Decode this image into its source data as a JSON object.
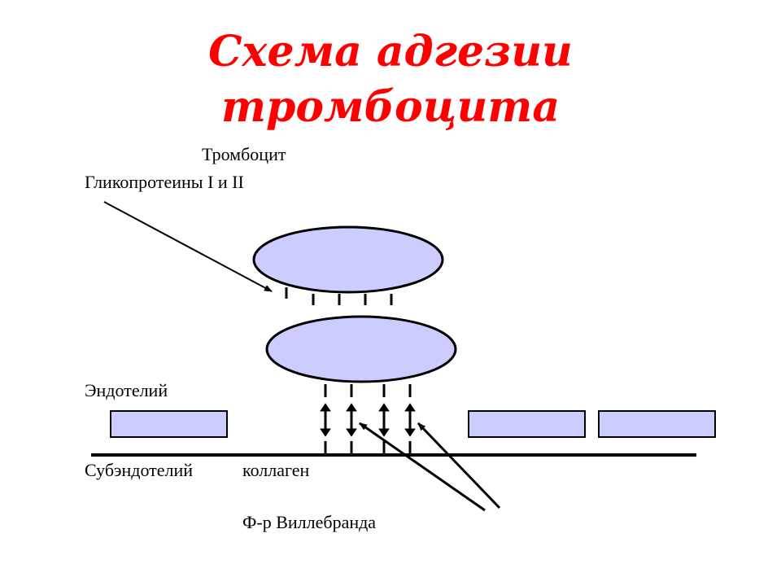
{
  "title": {
    "line1": "Схема адгезии",
    "line2": "тромбоцита"
  },
  "labels": {
    "platelet": "Тромбоцит",
    "glycoproteins": "Гликопротеины I и II",
    "endothelium": "Эндотелий",
    "subendothelium": "Субэндотелий",
    "collagen": "коллаген",
    "willebrand": "Ф-р Виллебранда"
  },
  "colors": {
    "title": "#ff0000",
    "cell_fill": "#ccccff",
    "stroke": "#000000"
  }
}
